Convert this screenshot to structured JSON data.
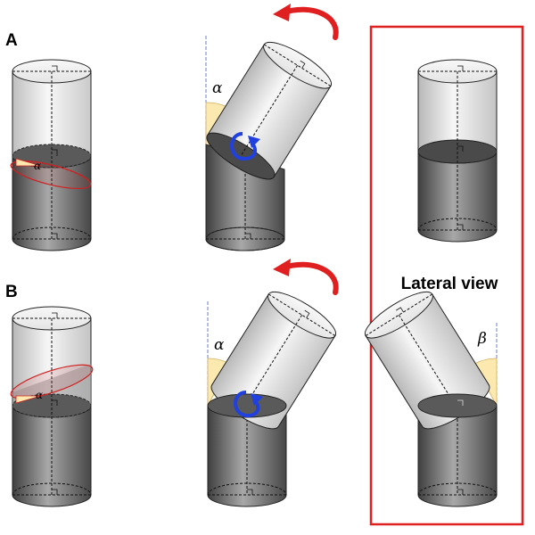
{
  "panels": {
    "a_label": "A",
    "b_label": "B"
  },
  "lateral_view": {
    "title": "Lateral view",
    "frame_color": "#e02020"
  },
  "angles": {
    "alpha": "α",
    "beta": "β"
  },
  "colors": {
    "rotation_arrow": "#e02020",
    "twist_arrow": "#2040e0",
    "cut_ellipse": "#d02020",
    "angle_fill": "#fbe9b0",
    "guide_line": "#4060c0"
  },
  "icons": {
    "rotation_arrow": "curved-arrow-icon",
    "twist_arrow": "twist-arrow-icon"
  }
}
